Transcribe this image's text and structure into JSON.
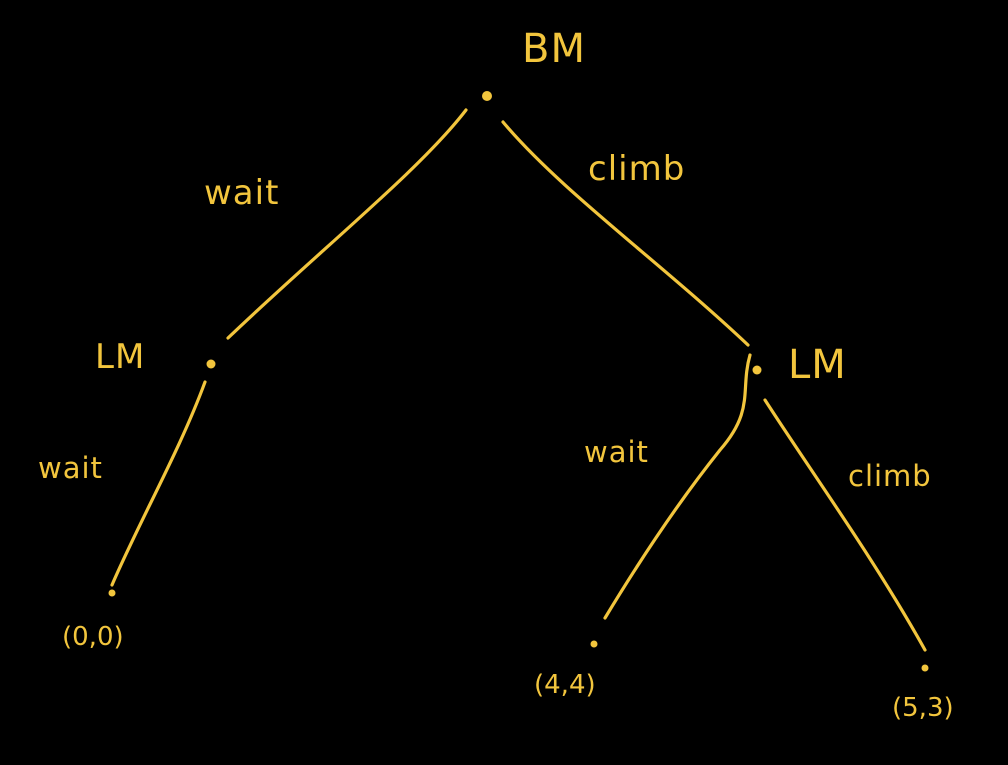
{
  "colors": {
    "background": "#000000",
    "ink": "#f2c53d"
  },
  "tree": {
    "root": {
      "player": "BM"
    },
    "root_edges": {
      "left_action": "wait",
      "right_action": "climb"
    },
    "left_node": {
      "player": "LM",
      "action": "wait",
      "payoff": "(0,0)"
    },
    "right_node": {
      "player": "LM",
      "left_action": "wait",
      "right_action": "climb",
      "left_payoff": "(4,4)",
      "right_payoff": "(5,3)"
    }
  }
}
